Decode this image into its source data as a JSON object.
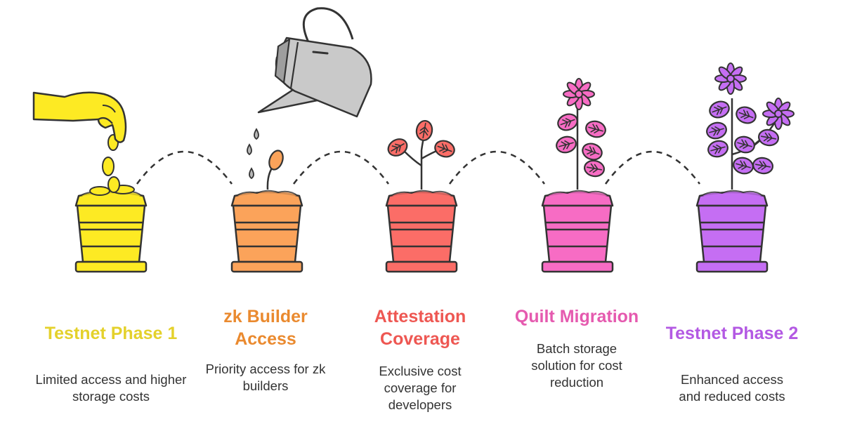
{
  "stages": [
    {
      "title": "Testnet Phase 1",
      "description": "Limited access and higher storage costs",
      "color": "#e4d12b",
      "pot_color": "#fdea23",
      "icon": "hand-dropping-seeds-icon"
    },
    {
      "title": "zk Builder Access",
      "description": "Priority access for zk builders",
      "color": "#ea8a2f",
      "pot_color": "#fba35a",
      "icon": "watering-can-sprout-icon"
    },
    {
      "title": "Attestation Coverage",
      "description": "Exclusive cost coverage for developers",
      "color": "#ee5752",
      "pot_color": "#fb6d67",
      "icon": "seedling-icon"
    },
    {
      "title": "Quilt Migration",
      "description": "Batch storage solution for cost reduction",
      "color": "#e55aaf",
      "pot_color": "#f76cc4",
      "icon": "flowering-plant-icon"
    },
    {
      "title": "Testnet Phase 2",
      "description": "Enhanced access and reduced costs",
      "color": "#b359e3",
      "pot_color": "#c56ef3",
      "icon": "full-bloom-plant-icon"
    }
  ]
}
